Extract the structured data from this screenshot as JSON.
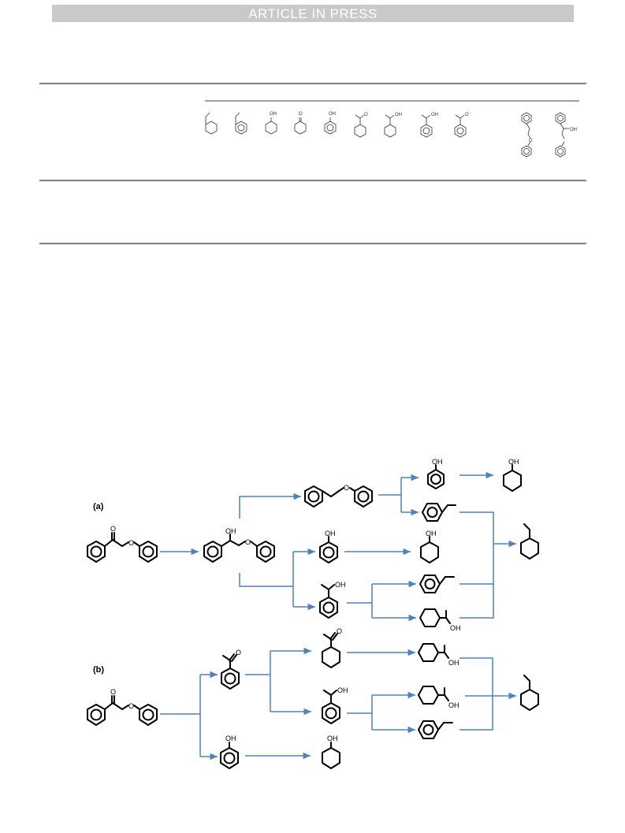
{
  "header": {
    "banner": "ARTICLE IN PRESS"
  },
  "table": {
    "structure_labels": [
      "OH",
      "O",
      "OH",
      "O",
      "OH",
      "OH",
      "O",
      "O",
      "OH"
    ]
  },
  "scheme": {
    "panel_a_label": "(a)",
    "panel_b_label": "(b)",
    "atom_labels": {
      "oxygen": "O",
      "hydroxyl": "OH"
    }
  },
  "colors": {
    "arrow": "#4f81bd",
    "bond": "#000000",
    "rule": "#000000",
    "banner": "#c9c9c9"
  }
}
